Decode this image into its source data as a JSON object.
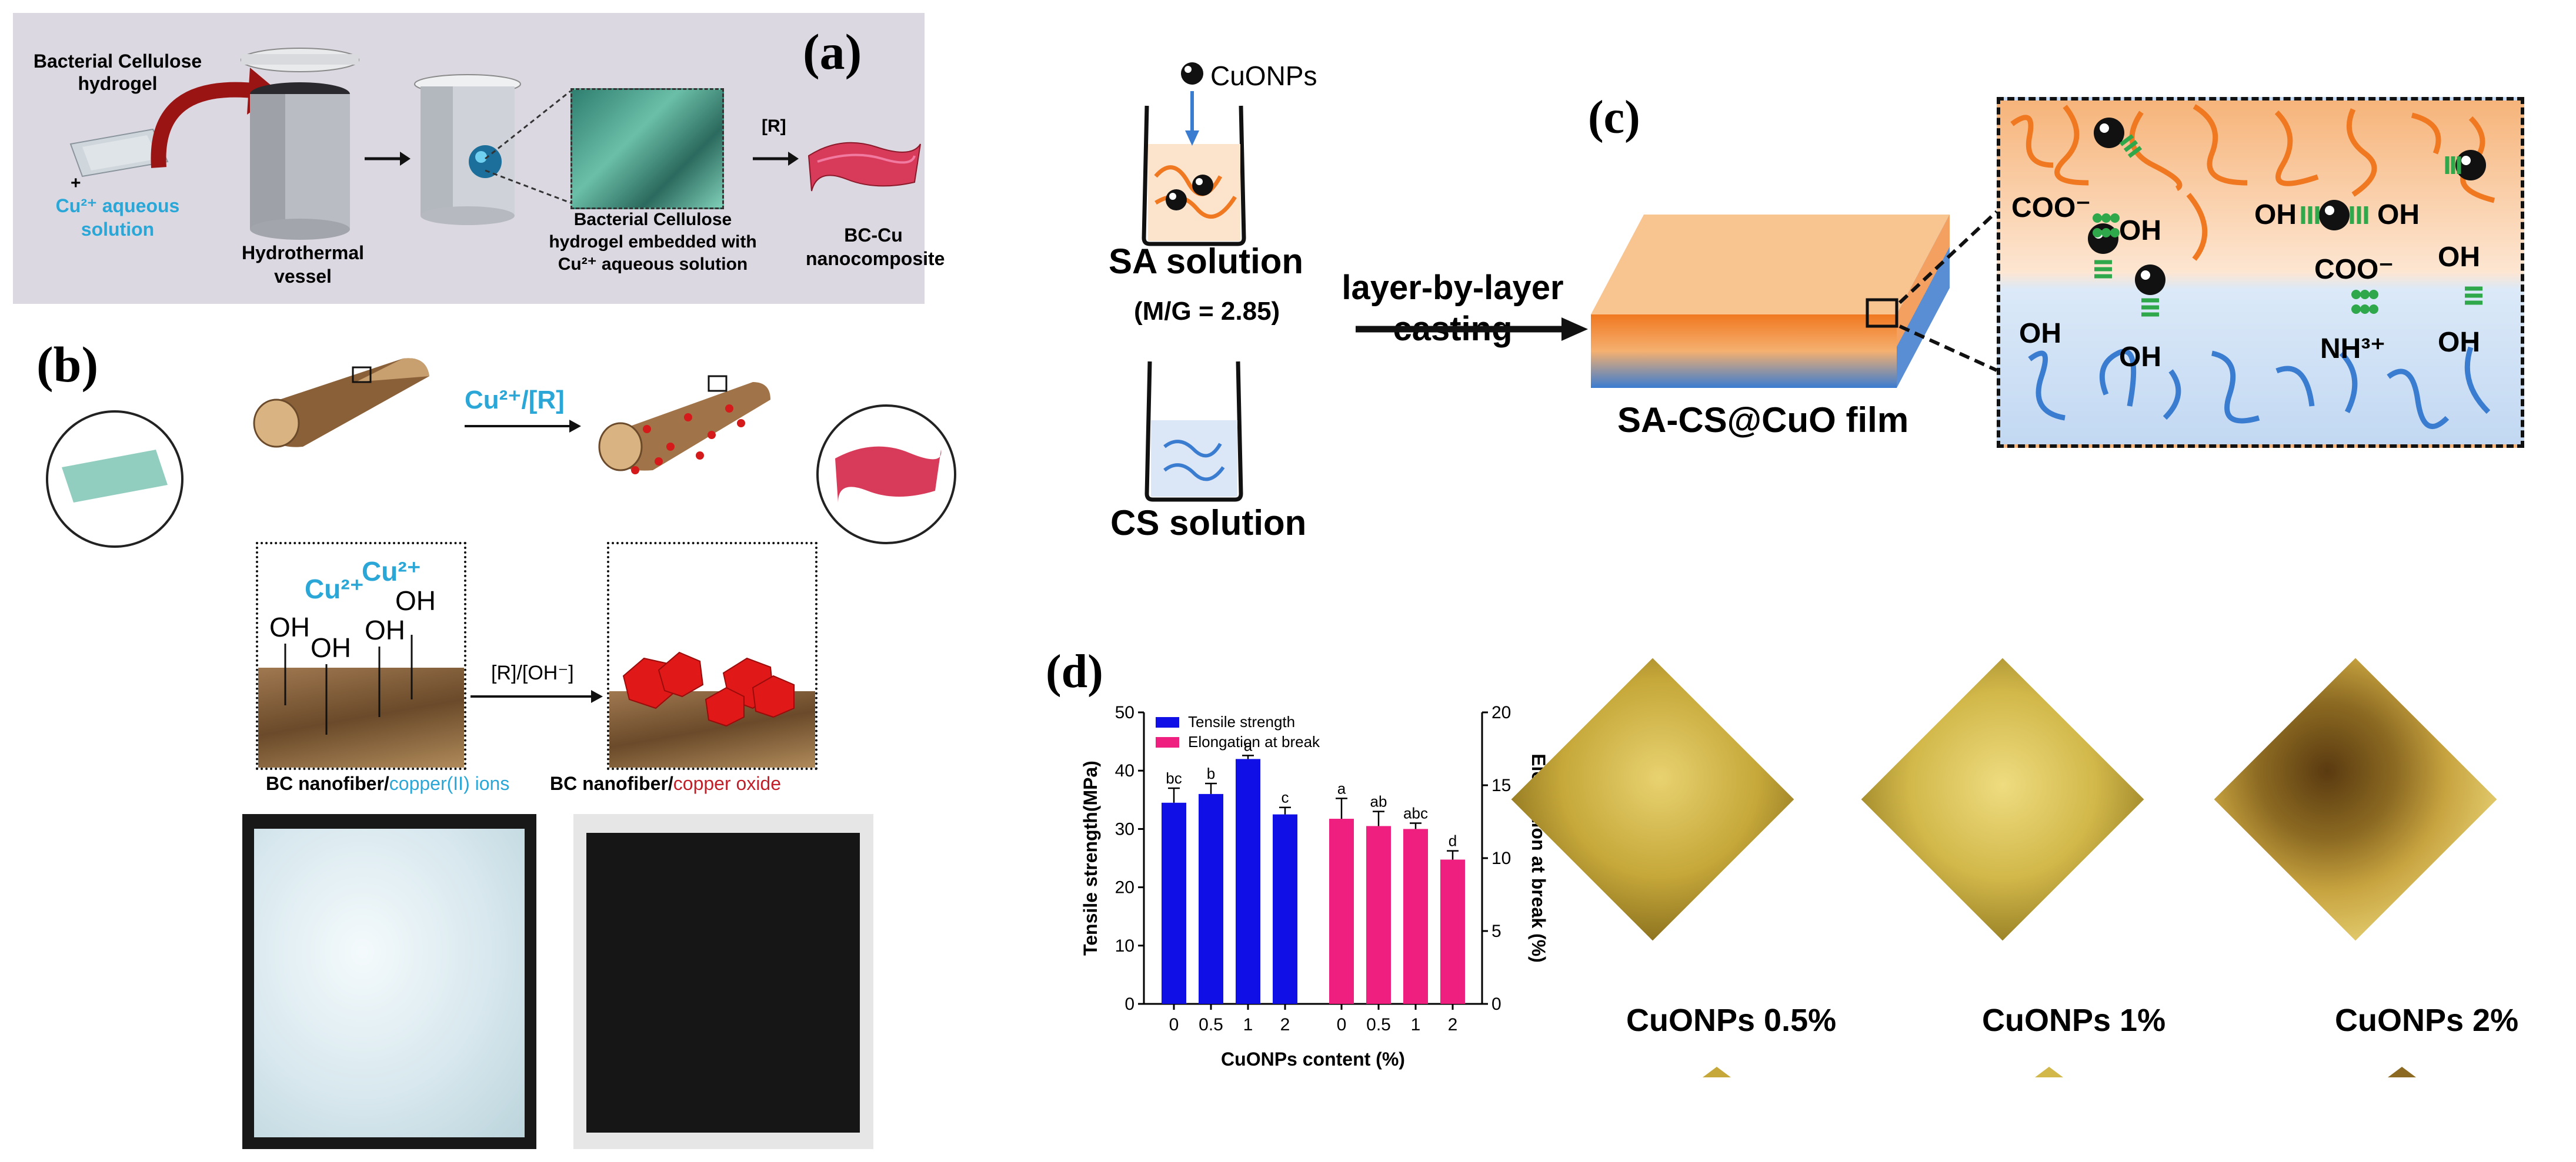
{
  "panel_a": {
    "label": "(a)",
    "bc_hydrogel_line1": "Bacterial Cellulose",
    "bc_hydrogel_line2": "hydrogel",
    "plus": "+",
    "cu_line1": "Cu²⁺ aqueous",
    "cu_line2": "solution",
    "vessel_line1": "Hydrothermal",
    "vessel_line2": "vessel",
    "embedded_line1": "Bacterial  Cellulose",
    "embedded_line2": "hydrogel embedded with",
    "embedded_line3": "Cu²⁺ aqueous solution",
    "r_arrow": "[R]",
    "bccu_line1": "BC-Cu",
    "bccu_line2": "nanocomposite"
  },
  "panel_b": {
    "label": "(b)",
    "cu_r": "Cu²⁺/[R]",
    "cu_ions1": "Cu²⁺",
    "cu_ions2": "Cu²⁺",
    "oh": "OH",
    "r_oh": "[R]/[OH⁻]",
    "bc_nanofiber": "BC nanofiber/",
    "copper_ions": "copper(II) ions",
    "bc_nanofiber2": "BC nanofiber/",
    "copper_oxide": "copper oxide"
  },
  "panel_c": {
    "label": "(c)",
    "cuonps": "CuONPs",
    "sa_solution": "SA solution",
    "mg": "(M/G = 2.85)",
    "cs_solution": "CS solution",
    "lbl_line1": "layer-by-layer",
    "lbl_line2": "casting",
    "film": "SA-CS@CuO film",
    "coo": "COO⁻",
    "oh": "OH",
    "nh3": "NH³⁺"
  },
  "panel_d": {
    "label": "(d)",
    "photo_labels": [
      "CuONPs 0.5%",
      "CuONPs 1%",
      "CuONPs 2%"
    ]
  },
  "colors": {
    "bar_tensile": "#1010e6",
    "bar_elongation": "#ee1f7f",
    "orange": "#f07820",
    "blue_strand": "#3a7cd0",
    "green": "#2ea84a",
    "panel_a_bg": "#dcd8e2"
  },
  "chart_data": {
    "type": "bar",
    "legend": [
      "Tensile strength",
      "Elongation at break"
    ],
    "legend_position": "top-left",
    "xlabel": "CuONPs content (%)",
    "ylabel_left": "Tensile strength(MPa)",
    "ylabel_right": "Elongation at break (%)",
    "ylim_left": [
      0,
      50
    ],
    "ylim_right": [
      0,
      20
    ],
    "yticks_left": [
      0,
      10,
      20,
      30,
      40,
      50
    ],
    "yticks_right": [
      0,
      5,
      10,
      15,
      20
    ],
    "series": [
      {
        "name": "Tensile strength",
        "axis": "left",
        "categories": [
          "0",
          "0.5",
          "1",
          "2"
        ],
        "values": [
          34.5,
          36,
          42,
          32.5
        ],
        "errors": [
          2.5,
          1.8,
          0.6,
          1.2
        ],
        "letters": [
          "bc",
          "b",
          "a",
          "c"
        ]
      },
      {
        "name": "Elongation at break",
        "axis": "right",
        "categories": [
          "0",
          "0.5",
          "1",
          "2"
        ],
        "values": [
          12.7,
          12.2,
          12.0,
          9.9
        ],
        "errors": [
          1.4,
          1.0,
          0.4,
          0.6
        ],
        "letters": [
          "a",
          "ab",
          "abc",
          "d"
        ]
      }
    ]
  }
}
